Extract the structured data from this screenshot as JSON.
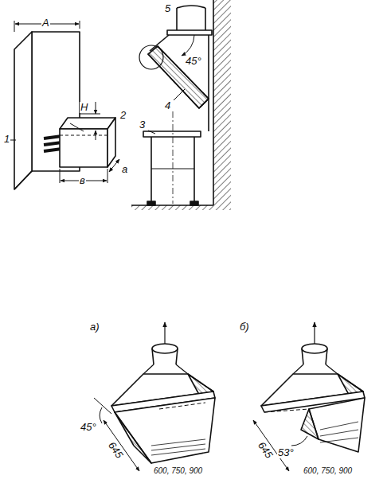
{
  "diagram": {
    "labels": [
      "A",
      "H",
      "1",
      "2",
      "в",
      "а",
      "5",
      "45°",
      "4",
      "3",
      "а)",
      "45°",
      "645",
      "600, 750, 900",
      "б)",
      "53°",
      "645",
      "600, 750, 900"
    ]
  }
}
